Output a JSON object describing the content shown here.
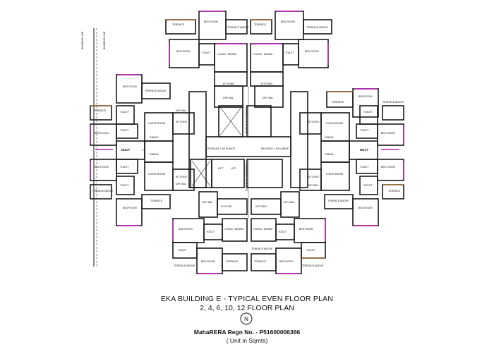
{
  "plan": {
    "labels": {
      "bed_room": "BED ROOM",
      "terrace": "TERRACE",
      "terrace_above": "TERRACE ABOVE",
      "toilet": "TOILET",
      "living_dining": "LIVING / DINING",
      "living_room": "LIVING ROOM",
      "kitchen": "KITCHEN",
      "dry_bal": "DRY BAL",
      "dining": "DINING",
      "duct": "DUCT",
      "lift": "LIFT",
      "passage": "PASSAGE 1.50 M WIDE",
      "passage_v": "PASSAGE 1.50 M WIDE",
      "building_line": "BUILDING LINE"
    }
  },
  "captions": {
    "title_line1": "EKA BUILDING E - TYPICAL EVEN FLOOR PLAN",
    "title_line2": "2, 4, 6, 10, 12 FLOOR PLAN",
    "rera": "MahaRERA Regn No. - P51600006366",
    "unit": "( Unit in Sqmts)",
    "north": "N"
  },
  "colors": {
    "wall": "#1a1a1a",
    "window": "#c020c0",
    "terrace_accent": "#b07030",
    "ink": "#111111"
  }
}
